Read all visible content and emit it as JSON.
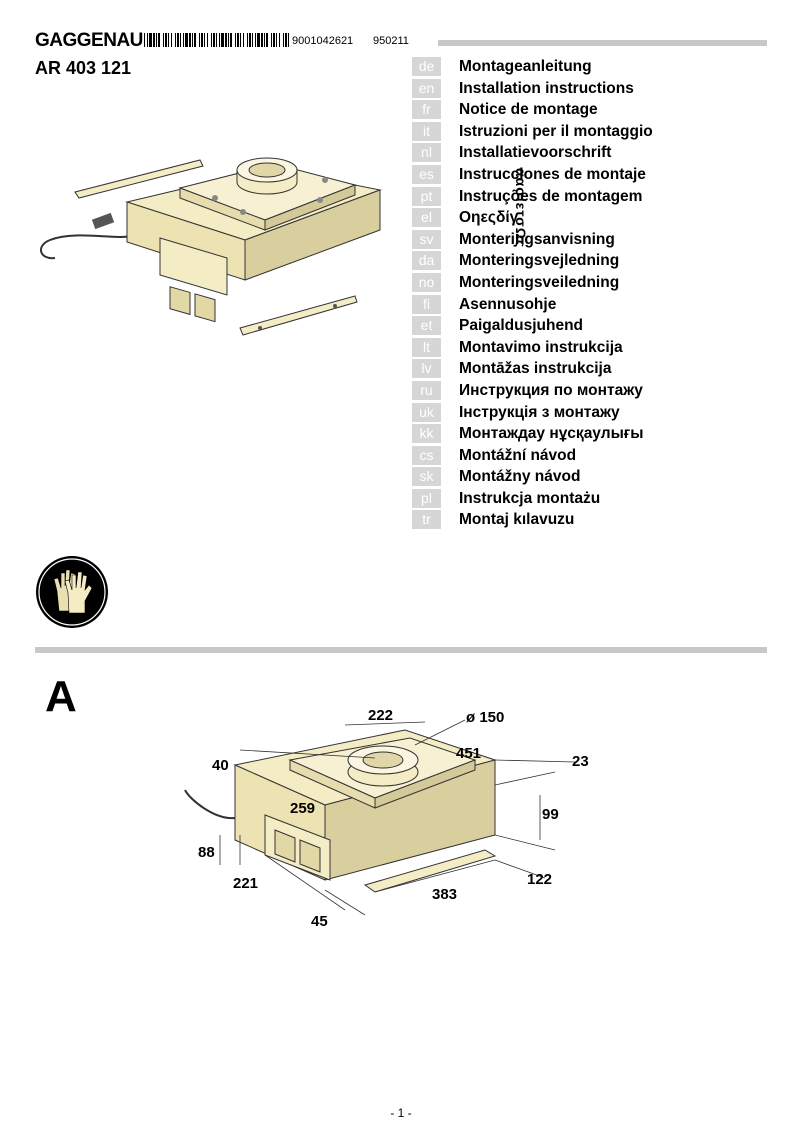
{
  "header": {
    "brand": "GAGGENAU",
    "barcode_number": "9001042621",
    "doc_date": "950211",
    "model": "AR 403 121"
  },
  "languages": [
    {
      "code": "de",
      "title": "Montageanleitung"
    },
    {
      "code": "en",
      "title": "Installation instructions"
    },
    {
      "code": "fr",
      "title": "Notice de montage"
    },
    {
      "code": "it",
      "title": "Istruzioni per il montaggio"
    },
    {
      "code": "nl",
      "title": "Installatievoorschrift"
    },
    {
      "code": "es",
      "title": "Instrucciones de montaje"
    },
    {
      "code": "pt",
      "title": "Instruções de montagem"
    },
    {
      "code": "el",
      "title": "Οηεςδίγ"
    },
    {
      "code": "sv",
      "title": "Monteringsanvisning"
    },
    {
      "code": "da",
      "title": "Monteringsvejledning"
    },
    {
      "code": "no",
      "title": "Monteringsveiledning"
    },
    {
      "code": "fi",
      "title": "Asennusohje"
    },
    {
      "code": "et",
      "title": "Paigaldusjuhend"
    },
    {
      "code": "lt",
      "title": "Montavimo instrukcija"
    },
    {
      "code": "lv",
      "title": "Montāžas instrukcija"
    },
    {
      "code": "ru",
      "title": "Инструкция по монтажу"
    },
    {
      "code": "uk",
      "title": "Інструкція з монтажу"
    },
    {
      "code": "kk",
      "title": "Монтаждау нұсқаулығы"
    },
    {
      "code": "cs",
      "title": "Montážní návod"
    },
    {
      "code": "sk",
      "title": "Montážny návod"
    },
    {
      "code": "pl",
      "title": "Instrukcja montażu"
    },
    {
      "code": "tr",
      "title": "Montaj kılavuzu"
    }
  ],
  "greek_overlay": "αασίετσΩς",
  "section": {
    "label": "A",
    "dimensions": {
      "d222": "222",
      "dia150": "ø 150",
      "d40": "40",
      "d451": "451",
      "d23": "23",
      "d259": "259",
      "d99": "99",
      "d88": "88",
      "d221": "221",
      "d383": "383",
      "d122": "122",
      "d45": "45"
    }
  },
  "footer": {
    "page": "- 1 -"
  },
  "colors": {
    "housing": "#f4ecc4",
    "housing_dark": "#d9cf9e",
    "gray_bar": "#c8c8c8",
    "code_bg": "#d6d6d6"
  }
}
